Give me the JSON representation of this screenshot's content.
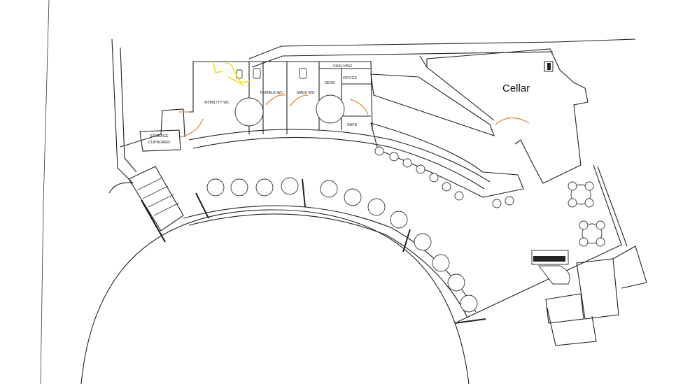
{
  "rooms": {
    "cellar": "Cellar",
    "mobility_wc": "MOBILITY WC",
    "female_wc": "FEMALE WC",
    "male_wc": "MALE WC",
    "storage": [
      "STORAGE",
      "CUPBOARD"
    ],
    "shelving": "SHELVING",
    "desk": "DESK",
    "office": "OFFICE",
    "safe": "SAFE"
  },
  "colors": {
    "door": "#e8862a",
    "accessible_fixture": "#f1e21a",
    "line": "#222222"
  }
}
